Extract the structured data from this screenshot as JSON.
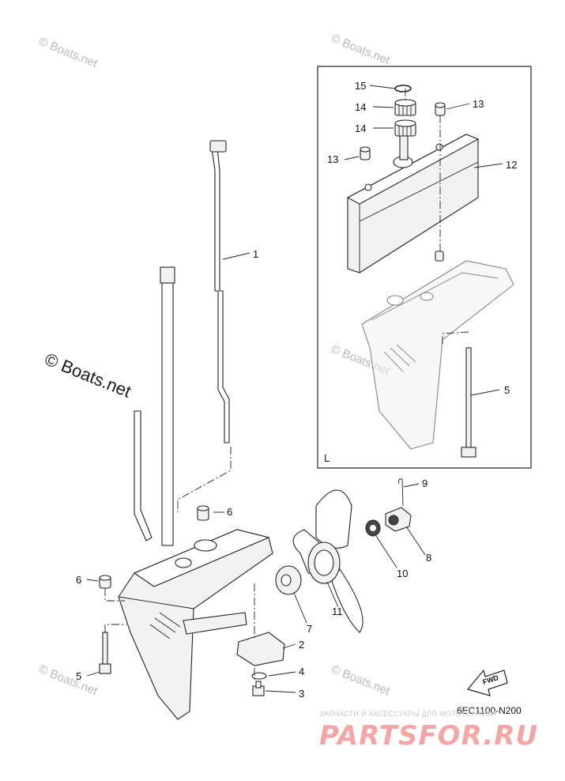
{
  "watermarks": {
    "small": "© Boats.net",
    "large": "© Boats.net"
  },
  "inset": {
    "label": "L"
  },
  "callouts": {
    "c1": "1",
    "c2": "2",
    "c3": "3",
    "c4": "4",
    "c5_main": "5",
    "c5_inset": "5",
    "c6_left": "6",
    "c6_right": "6",
    "c7": "7",
    "c8": "8",
    "c9": "9",
    "c10": "10",
    "c11": "11",
    "c12": "12",
    "c13_left": "13",
    "c13_right": "13",
    "c14_top": "14",
    "c14_bottom": "14",
    "c15": "15"
  },
  "fwd_label": "FWD",
  "diagram_code": "6EC1100-N200",
  "footer": {
    "subtitle": "ЗАПЧАСТИ И АКСЕССУАРЫ ДЛЯ МОТОТЕХНИКИ",
    "logo": "PARTSFOR.RU"
  }
}
